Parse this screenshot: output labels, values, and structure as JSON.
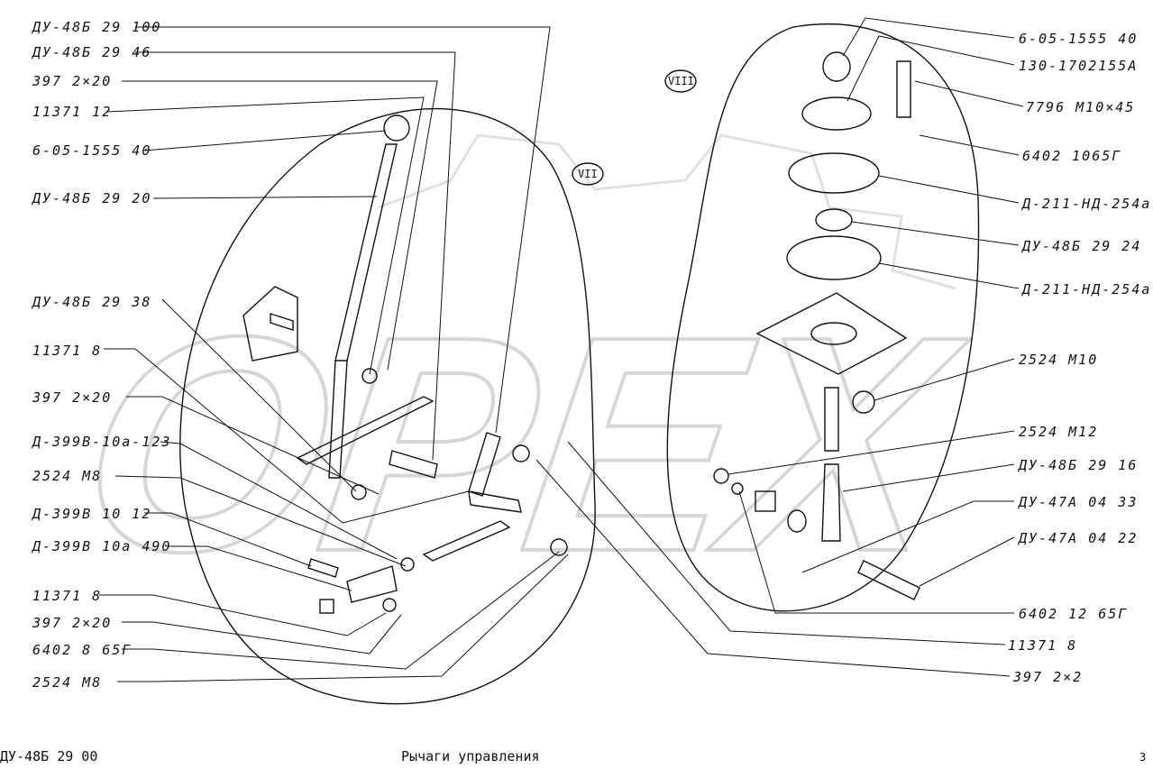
{
  "watermark": "OPEX",
  "roman_labels": {
    "vii": "VII",
    "viii": "VIII"
  },
  "left_labels": [
    {
      "text": "ДУ-48Б 29 100"
    },
    {
      "text": "ДУ-48Б 29 46"
    },
    {
      "text": "397 2×20"
    },
    {
      "text": "11371 12"
    },
    {
      "text": "6-05-1555 40"
    },
    {
      "text": "ДУ-48Б 29 20"
    },
    {
      "text": "ДУ-48Б 29 38"
    },
    {
      "text": "11371 8"
    },
    {
      "text": "397 2×20"
    },
    {
      "text": "Д-399В-10а-123"
    },
    {
      "text": "2524 М8"
    },
    {
      "text": "Д-399В 10 12"
    },
    {
      "text": "Д-399В 10а 490"
    },
    {
      "text": "11371 8"
    },
    {
      "text": "397 2×20"
    },
    {
      "text": "6402 8 65Г"
    },
    {
      "text": "2524 М8"
    }
  ],
  "right_labels": [
    {
      "text": "6-05-1555 40"
    },
    {
      "text": "130-1702155А"
    },
    {
      "text": "7796 М10×45"
    },
    {
      "text": "6402 1065Г"
    },
    {
      "text": "Д-211-НД-254а"
    },
    {
      "text": "ДУ-48Б 29 24"
    },
    {
      "text": "Д-211-НД-254а"
    },
    {
      "text": "2524 М10"
    },
    {
      "text": "2524 М12"
    },
    {
      "text": "ДУ-48Б 29 16"
    },
    {
      "text": "ДУ-47А 04 33"
    },
    {
      "text": "ДУ-47А 04 22"
    },
    {
      "text": "6402 12 65Г"
    },
    {
      "text": "11371 8"
    },
    {
      "text": "397 2×2"
    }
  ],
  "footer": {
    "code": "ДУ-48Б 29 00",
    "title": "Рычаги управления",
    "page": "3"
  }
}
